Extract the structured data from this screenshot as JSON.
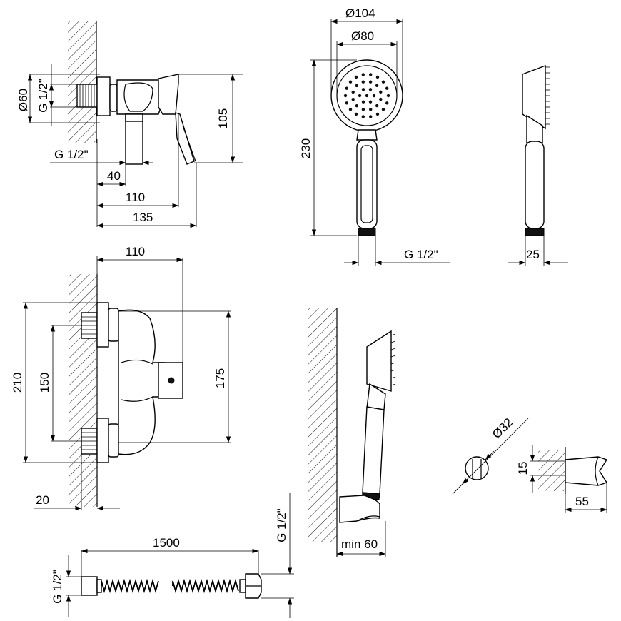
{
  "dimensions": {
    "top_left": {
      "dia60": "Ø60",
      "thread_left": "G 1/2\"",
      "thread_bottom": "G 1/2\"",
      "d40": "40",
      "d110": "110",
      "d135": "135",
      "d105": "105"
    },
    "handshower": {
      "dia104": "Ø104",
      "dia80": "Ø80",
      "h230": "230",
      "thread": "G 1/2\""
    },
    "handshower_side": {
      "d25": "25"
    },
    "front_mixer": {
      "d110": "110",
      "d210": "210",
      "d150": "150",
      "d175": "175",
      "d20": "20"
    },
    "wall_holder": {
      "min60": "min 60"
    },
    "bracket": {
      "dia32": "Ø32",
      "d15": "15",
      "d55": "55"
    },
    "hose": {
      "d1500": "1500",
      "thread_left": "G 1/2\"",
      "thread_right": "G 1/2\""
    }
  }
}
